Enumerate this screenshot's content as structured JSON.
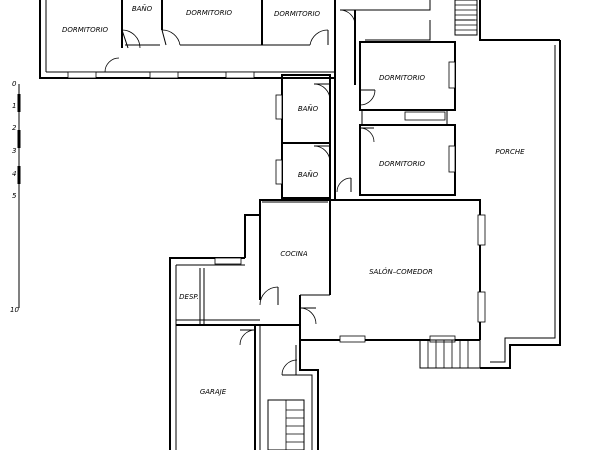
{
  "rooms": {
    "dormitorio_1": "DORMITORIO",
    "bano_1": "BAÑO",
    "dormitorio_2": "DORMITORIO",
    "dormitorio_3": "DORMITORIO",
    "dormitorio_4": "DORMITORIO",
    "bano_2": "BAÑO",
    "bano_3": "BAÑO",
    "dormitorio_5": "DORMITORIO",
    "porche": "PORCHE",
    "cocina": "COCINA",
    "salon_comedor": "SALÓN–COMEDOR",
    "despensa": "DESP.",
    "garaje": "GARAJE"
  },
  "scale_bar": {
    "ticks": [
      "0",
      "1",
      "2",
      "3",
      "4",
      "5",
      "10"
    ]
  }
}
